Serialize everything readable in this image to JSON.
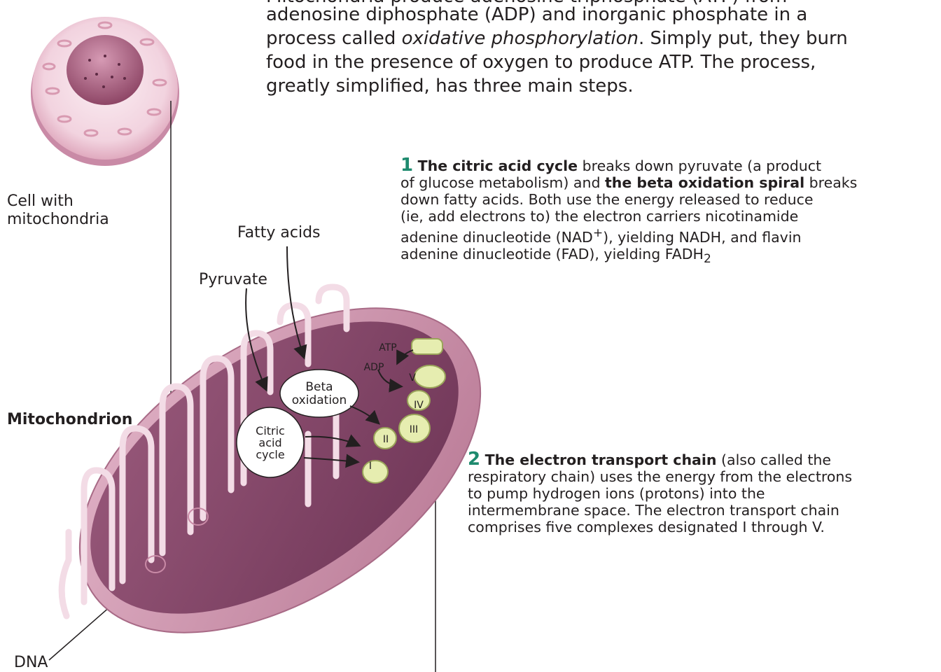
{
  "intro": {
    "line0": "Mitochondria produce adenosine triphosphate (ATP) from",
    "line1": "adenosine diphosphate (ADP) and inorganic phosphate in a",
    "line2_pre": "process called ",
    "line2_em": "oxidative phosphorylation",
    "line2_post": ". Simply put, they burn",
    "line3": "food in the presence of oxygen to produce ATP. The process,",
    "line4": "greatly simplified, has three main steps."
  },
  "labels": {
    "cell_line1": "Cell with",
    "cell_line2": "mitochondria",
    "mitochondrion": "Mitochondrion",
    "dna": "DNA",
    "fatty_acids": "Fatty acids",
    "pyruvate": "Pyruvate"
  },
  "diagram": {
    "beta_line1": "Beta",
    "beta_line2": "oxidation",
    "citric_line1": "Citric",
    "citric_line2": "acid",
    "citric_line3": "cycle",
    "atp": "ATP",
    "adp": "ADP",
    "complex_1": "I",
    "complex_2": "II",
    "complex_3": "III",
    "complex_4": "IV",
    "complex_5": "V"
  },
  "step1": {
    "number": "1",
    "title_a": "The citric acid cycle",
    "l1_rest": " breaks down pyruvate (a product",
    "l2_pre": "of glucose metabolism) and ",
    "title_b": "the beta oxidation spiral",
    "l2_post": " breaks",
    "l3": "down fatty acids. Both use the energy released to reduce",
    "l4": "(ie, add electrons to) the electron carriers nicotinamide",
    "l5_pre": "adenine dinucleotide (NAD",
    "l5_sup": "+",
    "l5_post": "), yielding NADH, and flavin",
    "l6_pre": "adenine dinucleotide (FAD), yielding FADH",
    "l6_sub": "2"
  },
  "step2": {
    "number": "2",
    "title": "The electron transport chain",
    "l1_rest": " (also called the",
    "l2": "respiratory chain) uses the energy from the electrons",
    "l3": "to pump hydrogen ions (protons) into the",
    "l4": "intermembrane space. The electron transport chain",
    "l5": "comprises five complexes designated I through V."
  },
  "colors": {
    "outer_membrane": "#c98aa6",
    "matrix": "#8a4a6e",
    "cristae": "#f3dce6",
    "cell_pink": "#e9b8c8",
    "nucleus": "#a85878",
    "complex": "#e6edb0",
    "step_number": "#1e8a6e"
  }
}
